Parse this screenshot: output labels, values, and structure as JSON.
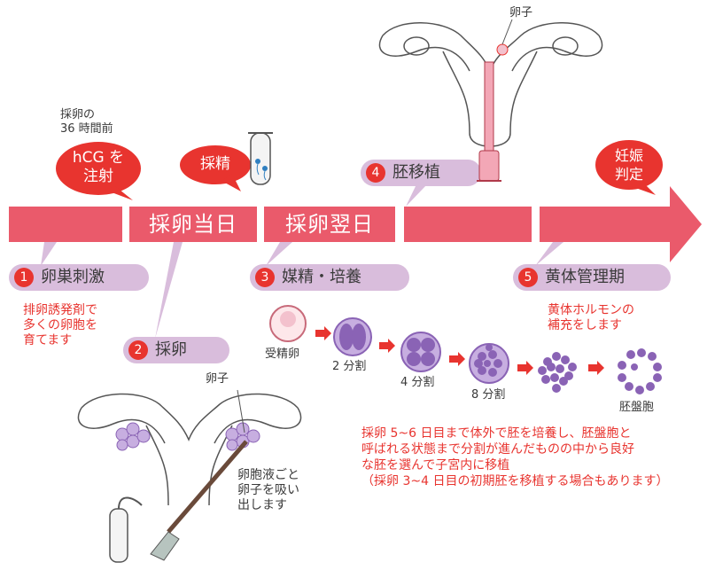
{
  "timing": "採卵の\n36 時間前",
  "bubbles": {
    "hcg": "hCG を\n注射",
    "saisei": "採精",
    "ninshin": "妊娠\n判定"
  },
  "bar": {
    "day_of": "採卵当日",
    "next_day": "採卵翌日"
  },
  "steps": [
    {
      "num": "1",
      "label": "卵巣刺激"
    },
    {
      "num": "2",
      "label": "採卵"
    },
    {
      "num": "3",
      "label": "媒精・培養"
    },
    {
      "num": "4",
      "label": "胚移植"
    },
    {
      "num": "5",
      "label": "黄体管理期"
    }
  ],
  "notes": {
    "stimulation": "排卵誘発剤で\n多くの卵胞を\n育てます",
    "luteal": "黄体ホルモンの\n補充をします",
    "culture": "採卵 5~6 日目まで体外で胚を培養し、胚盤胞と\n呼ばれる状態まで分割が進んだものの中から良好\nな胚を選んで子宮内に移植\n（採卵 3~4 日目の初期胚を移植する場合もあります）",
    "aspiration": "卵胞液ごと\n卵子を吸い\n出します"
  },
  "labels": {
    "egg_top": "卵子",
    "egg_bottom": "卵子"
  },
  "embryo_stages": [
    "受精卵",
    "2 分割",
    "4 分割",
    "8 分割",
    "胚盤胞"
  ],
  "colors": {
    "bar": "#ea5a6b",
    "pill": "#d9bddc",
    "accent": "#e8342f",
    "cell": "#8a63b5",
    "cell_light": "#c7aee0"
  }
}
